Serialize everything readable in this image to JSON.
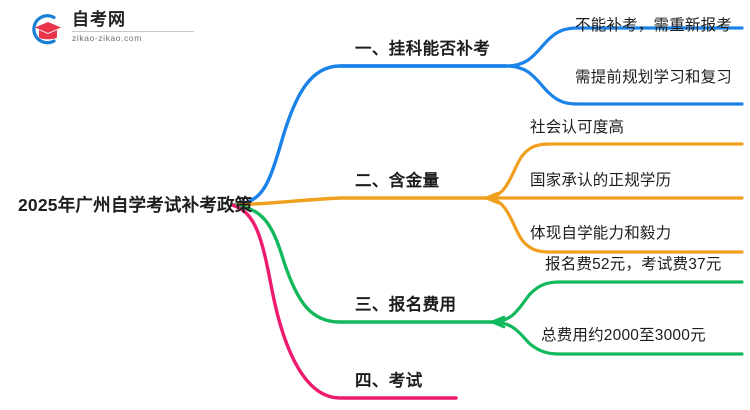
{
  "logo": {
    "name_cn": "自考网",
    "url": "zikao-zikao.com",
    "mark_icon": "graduation-cap-icon",
    "arc_color": "#1a7fd4",
    "cap_color": "#e8344a"
  },
  "mindmap": {
    "root": {
      "label": "2025年广州自学考试补考政策"
    },
    "branches": [
      {
        "label": "一、挂科能否补考",
        "color": "#1a82e8",
        "children": [
          {
            "label": "不能补考，需重新报考"
          },
          {
            "label": "需提前规划学习和复习"
          }
        ]
      },
      {
        "label": "二、含金量",
        "color": "#f0a01e",
        "children": [
          {
            "label": "社会认可度高"
          },
          {
            "label": "国家承认的正规学历"
          },
          {
            "label": "体现自学能力和毅力"
          }
        ]
      },
      {
        "label": "三、报名费用",
        "color": "#11b95c",
        "children": [
          {
            "label": "报名费52元，考试费37元"
          },
          {
            "label": "总费用约2000至3000元"
          }
        ]
      },
      {
        "label": "四、考试",
        "color": "#ee1a6e",
        "children": []
      }
    ]
  }
}
